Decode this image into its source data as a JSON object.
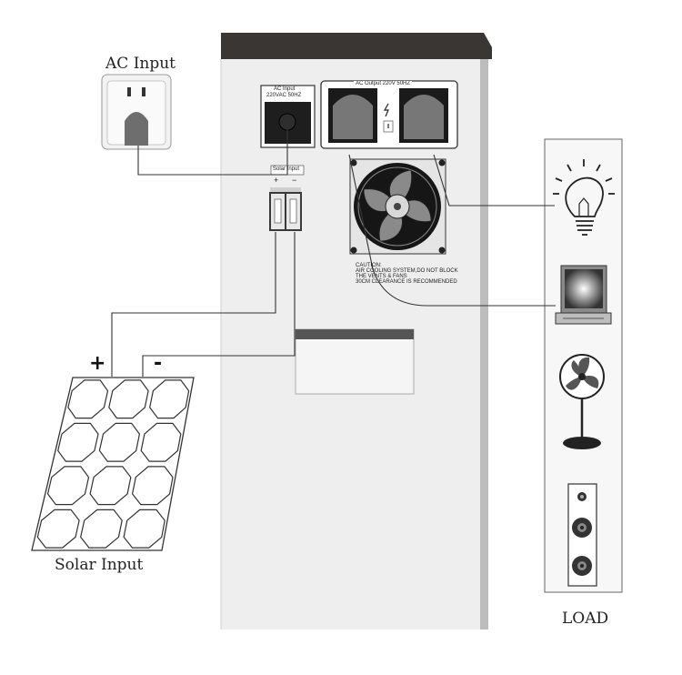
{
  "labels": {
    "ac_input": "AC Input",
    "solar_input": "Solar Input",
    "load": "LOAD",
    "plus": "+",
    "minus": "-"
  },
  "cabinet": {
    "ac_input_panel_line1": "AC Input",
    "ac_input_panel_line2": "220VAC  50HZ",
    "ac_output_panel": "AC Output  220V  50HZ",
    "solar_input_tag": "Solar Input",
    "breaker_plus": "+",
    "breaker_minus": "−",
    "caution_lines": [
      "CAUTION:",
      "AIR COOLING SYSTEM,DO NOT BLOCK",
      "THE VENTS & FANS",
      "30CM CLEARANCE IS RECOMMENDED"
    ]
  },
  "load_devices": [
    "light-bulb-icon",
    "monitor-icon",
    "fan-icon",
    "speaker-icon"
  ],
  "colors": {
    "cabinet_body": "#eeeeee",
    "cabinet_top": "#3a3634",
    "line": "#333333"
  }
}
